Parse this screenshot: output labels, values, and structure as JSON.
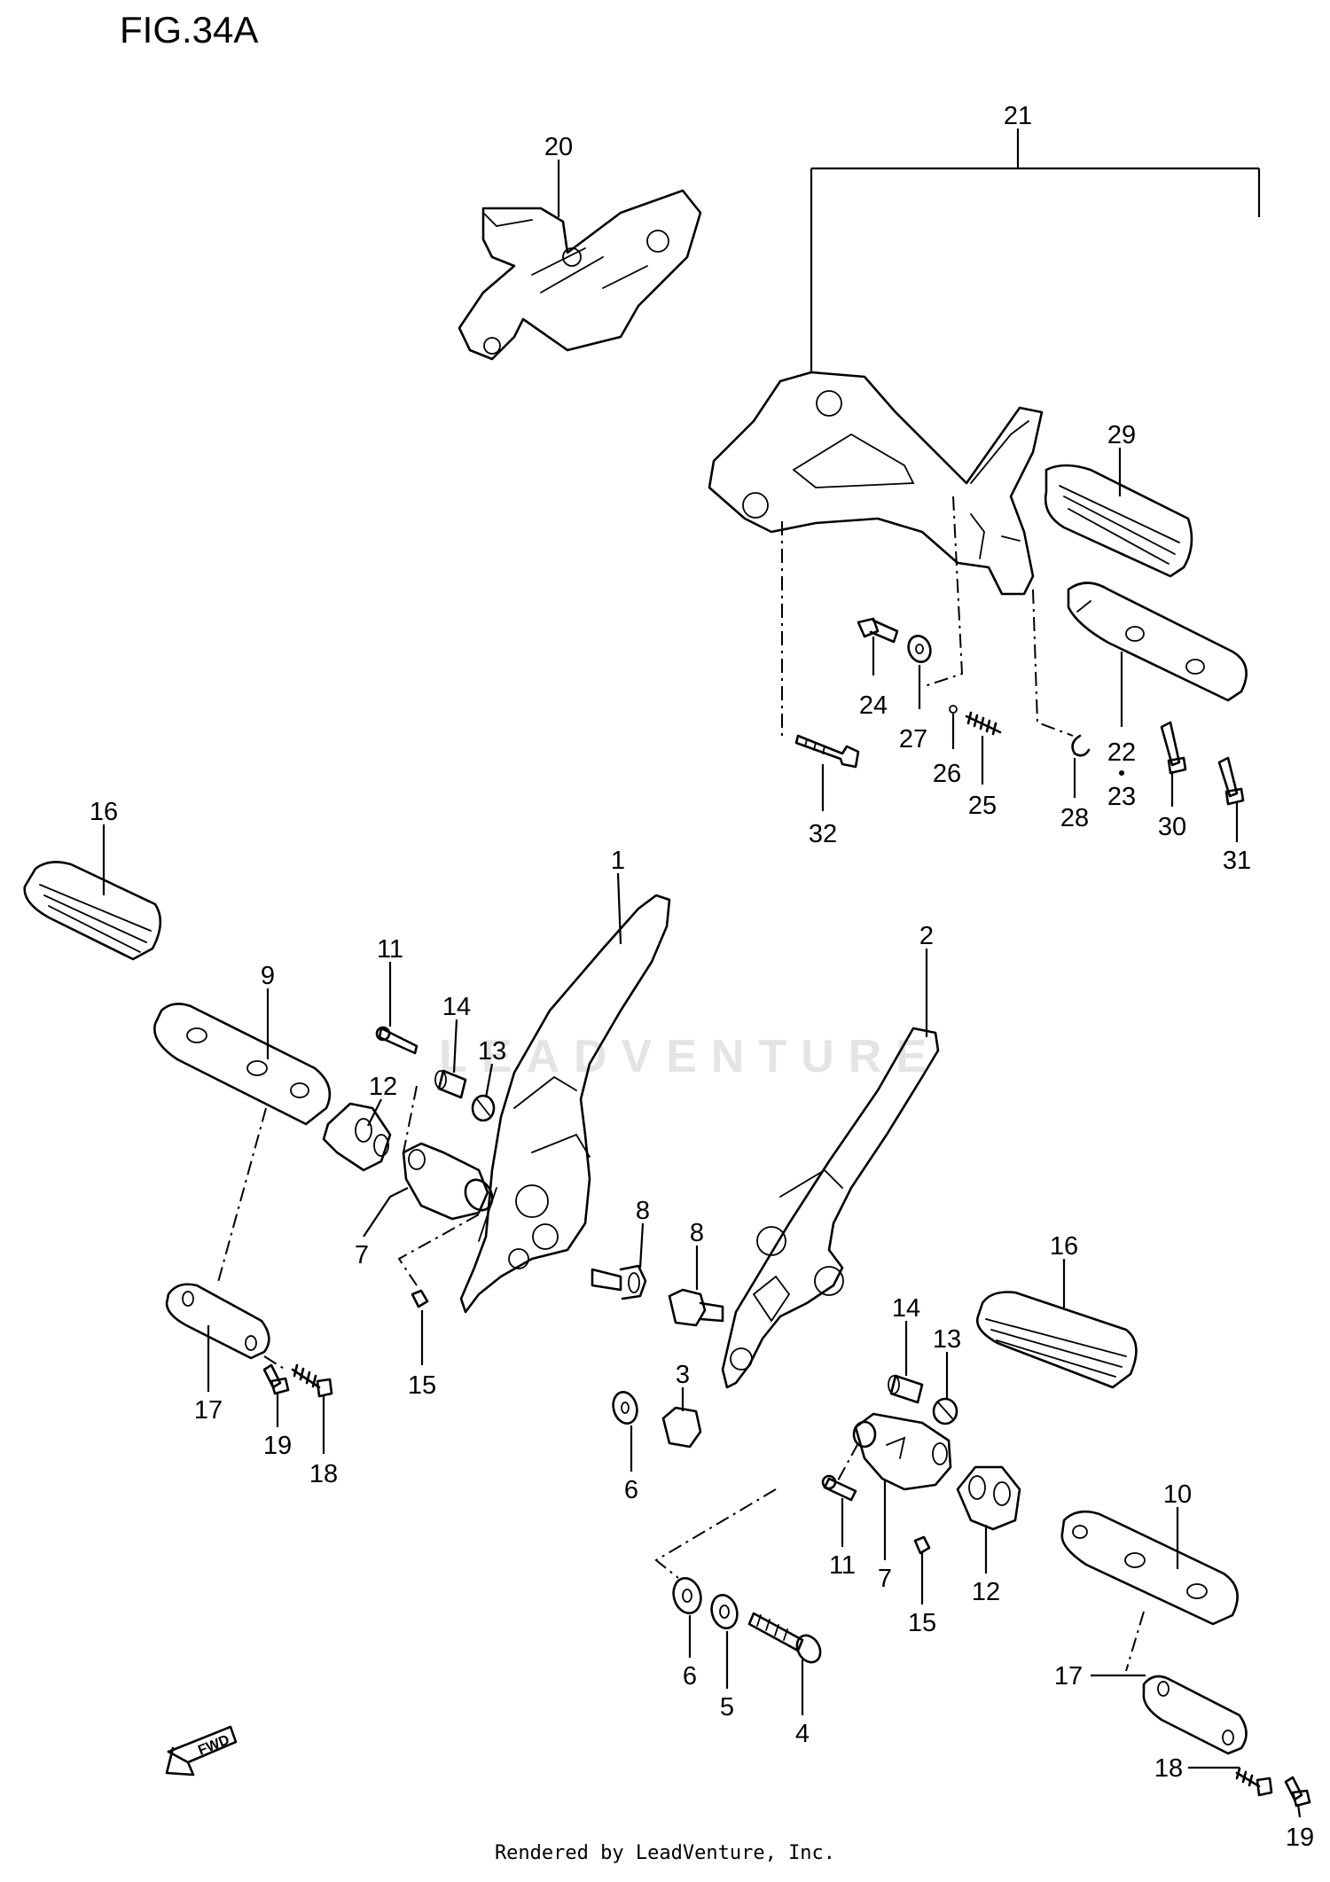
{
  "figure_title": "FIG.34A",
  "footer_text": "Rendered by LeadVenture, Inc.",
  "watermark": "LEADVENTURE",
  "fwd_label": "FWD",
  "callouts": [
    {
      "id": "c20",
      "label": "20"
    },
    {
      "id": "c21",
      "label": "21"
    },
    {
      "id": "c29",
      "label": "29"
    },
    {
      "id": "c24",
      "label": "24"
    },
    {
      "id": "c27",
      "label": "27"
    },
    {
      "id": "c26",
      "label": "26"
    },
    {
      "id": "c25",
      "label": "25"
    },
    {
      "id": "c28",
      "label": "28"
    },
    {
      "id": "c22",
      "label": "22"
    },
    {
      "id": "c23",
      "label": "23"
    },
    {
      "id": "c30",
      "label": "30"
    },
    {
      "id": "c31",
      "label": "31"
    },
    {
      "id": "c32",
      "label": "32"
    },
    {
      "id": "c16a",
      "label": "16"
    },
    {
      "id": "c1",
      "label": "1"
    },
    {
      "id": "c2",
      "label": "2"
    },
    {
      "id": "c9",
      "label": "9"
    },
    {
      "id": "c11a",
      "label": "11"
    },
    {
      "id": "c14a",
      "label": "14"
    },
    {
      "id": "c13a",
      "label": "13"
    },
    {
      "id": "c12a",
      "label": "12"
    },
    {
      "id": "c7a",
      "label": "7"
    },
    {
      "id": "c15a",
      "label": "15"
    },
    {
      "id": "c8a",
      "label": "8"
    },
    {
      "id": "c8b",
      "label": "8"
    },
    {
      "id": "c16b",
      "label": "16"
    },
    {
      "id": "c17a",
      "label": "17"
    },
    {
      "id": "c19a",
      "label": "19"
    },
    {
      "id": "c18a",
      "label": "18"
    },
    {
      "id": "c3",
      "label": "3"
    },
    {
      "id": "c6a",
      "label": "6"
    },
    {
      "id": "c14b",
      "label": "14"
    },
    {
      "id": "c13b",
      "label": "13"
    },
    {
      "id": "c10",
      "label": "10"
    },
    {
      "id": "c11b",
      "label": "11"
    },
    {
      "id": "c7b",
      "label": "7"
    },
    {
      "id": "c15b",
      "label": "15"
    },
    {
      "id": "c12b",
      "label": "12"
    },
    {
      "id": "c6b",
      "label": "6"
    },
    {
      "id": "c5",
      "label": "5"
    },
    {
      "id": "c4",
      "label": "4"
    },
    {
      "id": "c17b",
      "label": "17"
    },
    {
      "id": "c18b",
      "label": "18"
    },
    {
      "id": "c19b",
      "label": "19"
    }
  ]
}
